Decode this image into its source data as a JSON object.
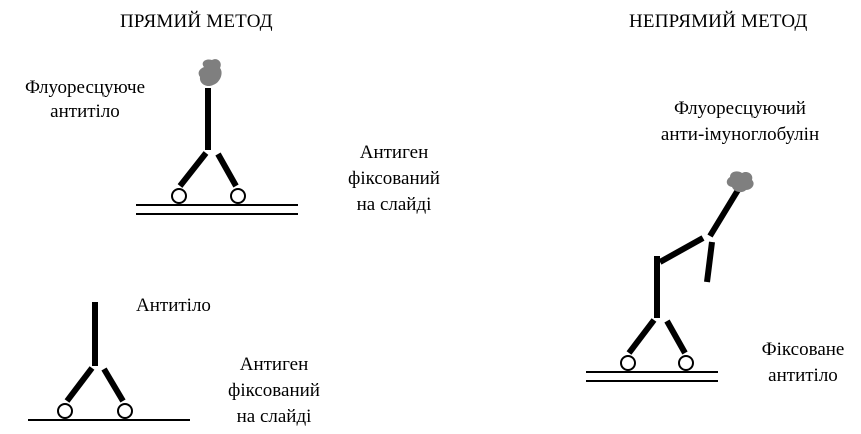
{
  "direct_method": {
    "title": "ПРЯМИЙ МЕТОД",
    "fluorescent_antibody": [
      "Флуоресцуюче",
      "антитіло"
    ],
    "antigen_fixed_top": [
      "Антиген",
      "фіксований",
      "на слайді"
    ],
    "antibody": "Антитіло",
    "antigen_fixed_bottom": [
      "Антиген",
      "фіксований",
      "на слайді"
    ]
  },
  "indirect_method": {
    "title": "НЕПРЯМИЙ МЕТОД",
    "fluorescent_anti_ig": [
      "Флуоресцуючий",
      "анти-імуноглобулін"
    ],
    "fixed_antibody": [
      "Фіксоване",
      "антитіло"
    ]
  },
  "colors": {
    "stroke": "#000000",
    "fluorophore": "#7f7f7f"
  }
}
